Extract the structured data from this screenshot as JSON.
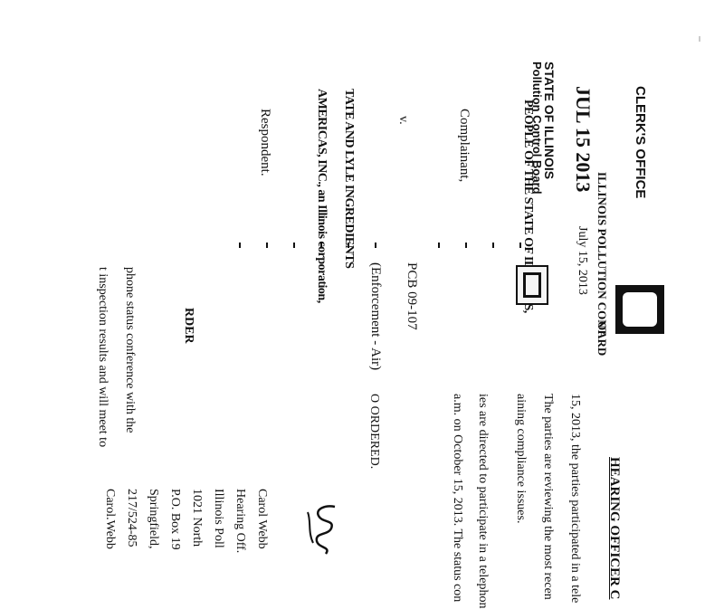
{
  "stamp_left": {
    "title": "CLERK'S OFFICE",
    "date": "JUL 15 2013",
    "state": "STATE OF ILLINOIS",
    "board": "Pollution Control Board"
  },
  "caption": {
    "plaintiff": "PEOPLE OF THE STATE OF ILLINOIS,",
    "complainant": "Complainant,",
    "v": "v.",
    "defendant_line1": "TATE AND LYLE INGREDIENTS",
    "defendant_line2": "AMERICAS, INC., an Illinois corporation,",
    "respondent": "Respondent."
  },
  "header": {
    "board_line": "ILLINOIS POLLUTION CONT",
    "board_line_end": "OARD",
    "date": "July 15, 2013"
  },
  "case": {
    "number": "PCB 09-107",
    "type": "(Enforcement - Air)"
  },
  "order": {
    "title": "HEARING OFFICER C",
    "short_title": "RDER",
    "para1_line1": "15, 2013, the parties participated in a tele",
    "para1_line1b": "phone status conference with the",
    "para1_line2": "The parties are reviewing the most recen",
    "para1_line2b": "t inspection results and will meet to",
    "para1_line3": "aining compliance issues.",
    "para2_line1": "ies are directed to participate in a telephon",
    "para2_line2": "a.m. on October 15, 2013. The status con",
    "so_ordered": "O ORDERED."
  },
  "signature_block": {
    "signature": "Carol",
    "lines": [
      "Carol Webb",
      "Hearing Off.",
      "Illinois Poll",
      "1021 North",
      "P.O. Box 19",
      "Springfield,",
      "217/524-85",
      "Carol.Webb"
    ]
  }
}
